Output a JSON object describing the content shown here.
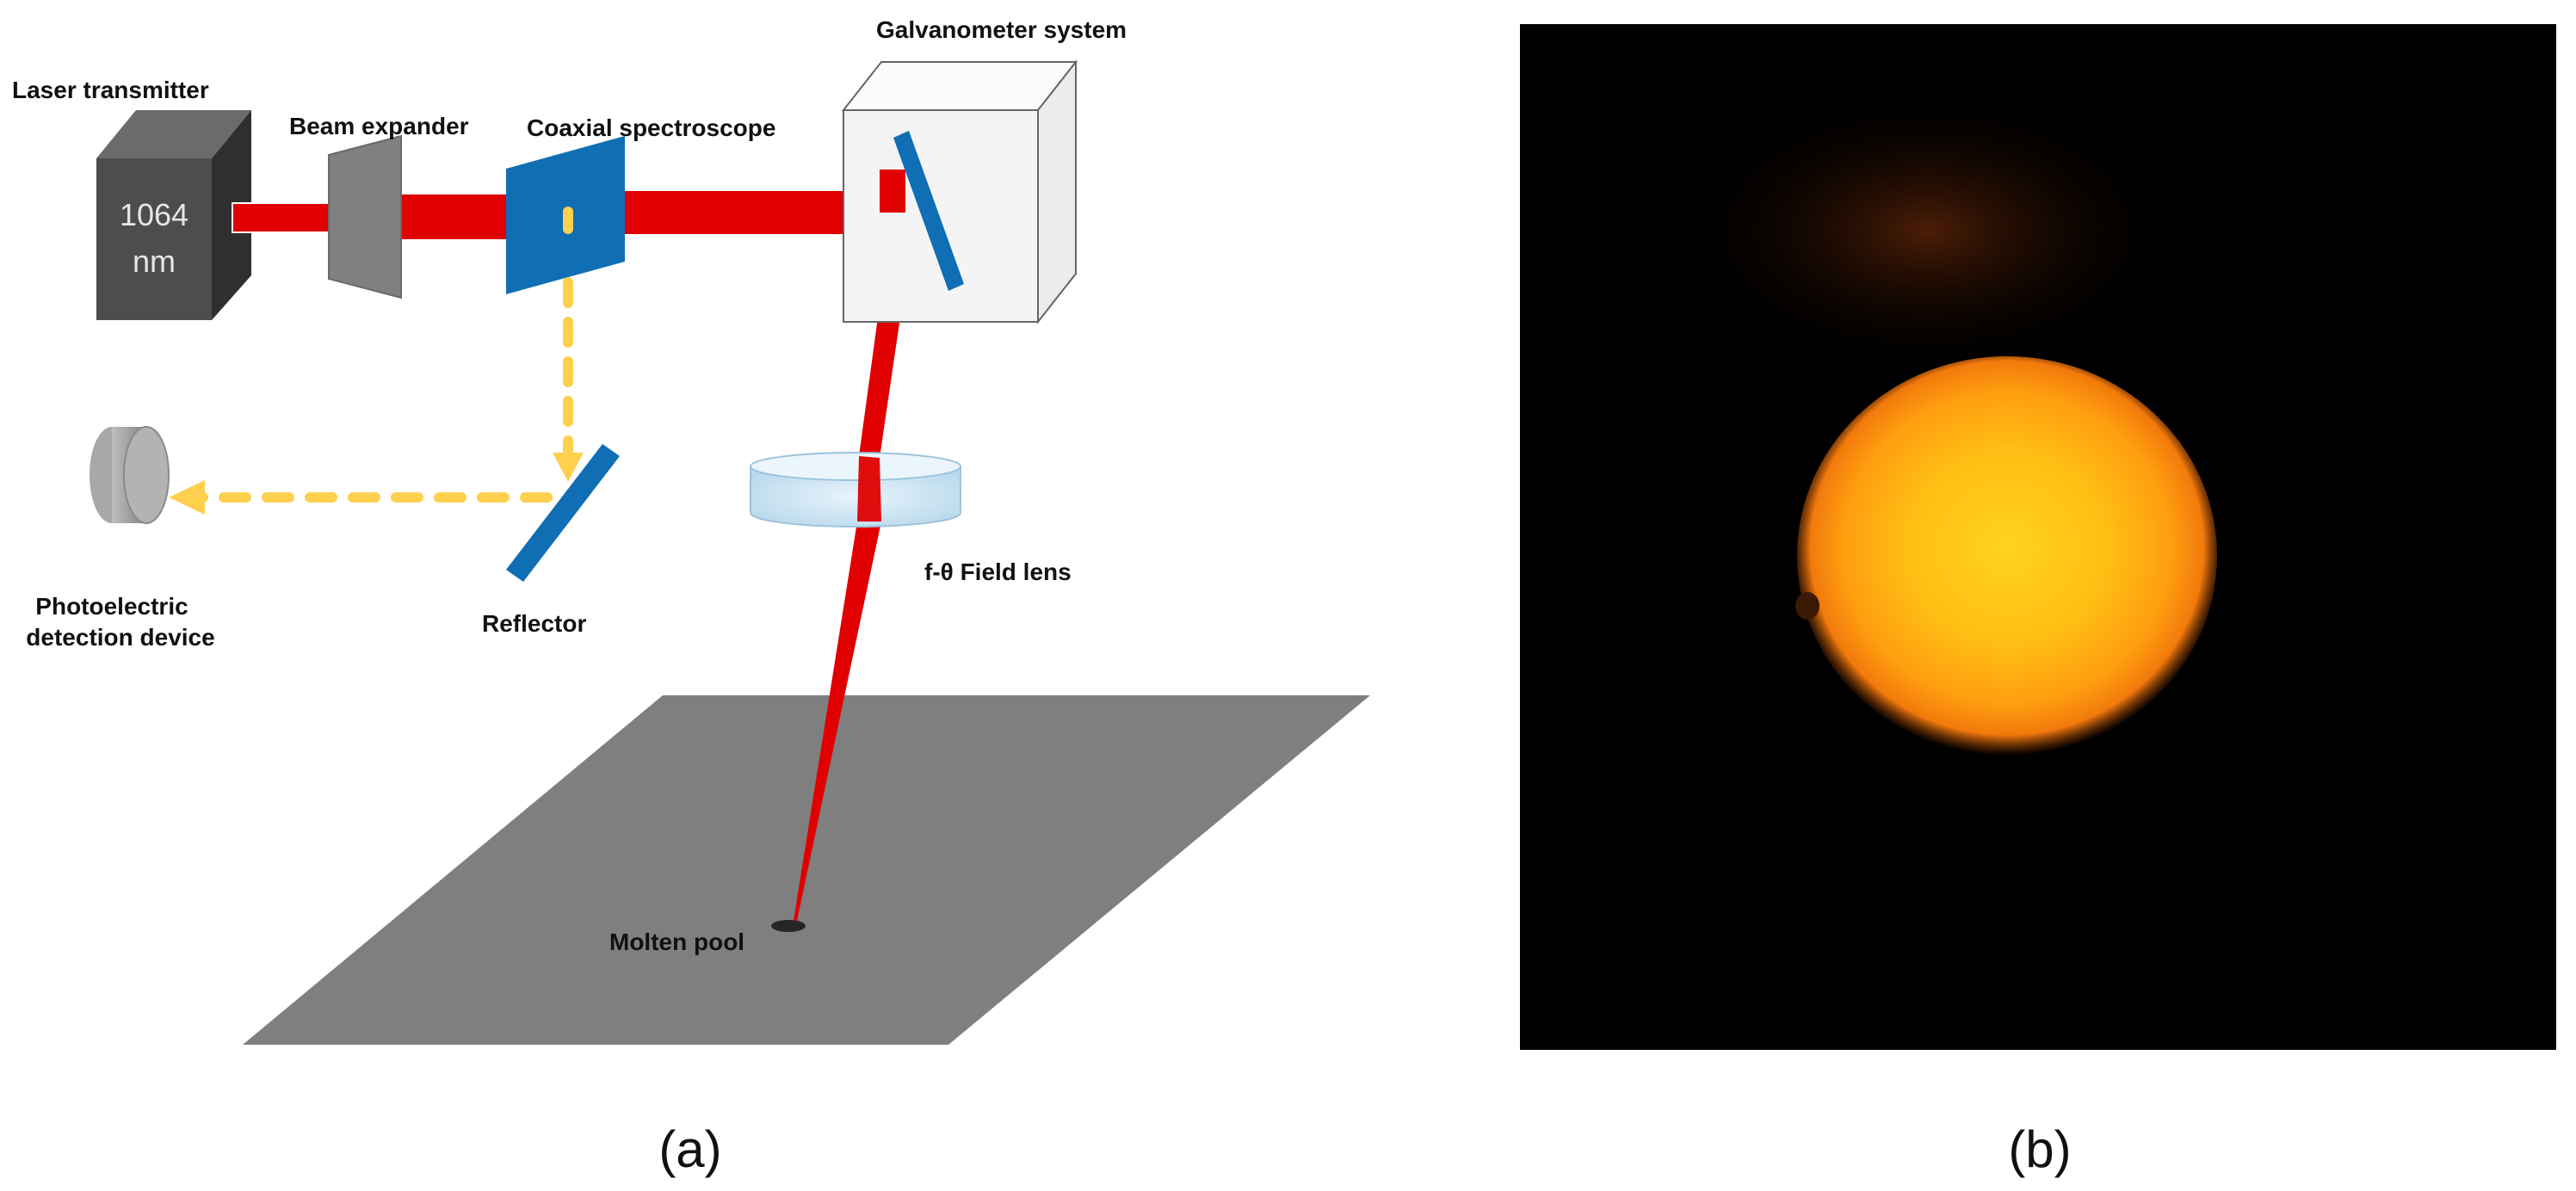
{
  "panel_a": {
    "labels": {
      "laser_transmitter": "Laser transmitter",
      "laser_wavelength_value": "1064",
      "laser_wavelength_unit": "nm",
      "beam_expander": "Beam expander",
      "coaxial_spectroscope": "Coaxial spectroscope",
      "galvanometer_system": "Galvanometer system",
      "field_lens": "f-θ Field lens",
      "reflector": "Reflector",
      "photoelectric_line1": "Photoelectric",
      "photoelectric_line2": "detection device",
      "molten_pool": "Molten pool"
    },
    "caption": "(a)"
  },
  "panel_b": {
    "caption": "(b)"
  },
  "colors": {
    "laser_beam": "#e00000",
    "reflected_light": "#ffd04d",
    "mirror_blue": "#0f6eb4",
    "work_plate": "#7f7f7f",
    "laser_box": "#4d4d4d",
    "molten_pool_glow": "#ffb400"
  }
}
